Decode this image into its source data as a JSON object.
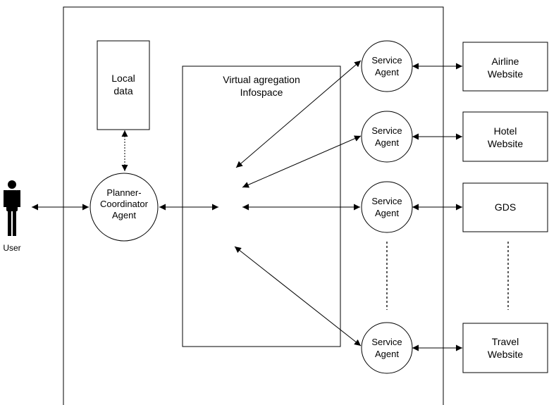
{
  "diagram": {
    "user": {
      "label": "User"
    },
    "local_data": {
      "line1": "Local",
      "line2": "data"
    },
    "planner": {
      "line1": "Planner-",
      "line2": "Coordinator",
      "line3": "Agent"
    },
    "infospace": {
      "line1": "Virtual agregation",
      "line2": "Infospace"
    },
    "agents": [
      {
        "line1": "Service",
        "line2": "Agent"
      },
      {
        "line1": "Service",
        "line2": "Agent"
      },
      {
        "line1": "Service",
        "line2": "Agent"
      },
      {
        "line1": "Service",
        "line2": "Agent"
      }
    ],
    "sites": [
      {
        "line1": "Airline",
        "line2": "Website"
      },
      {
        "line1": "Hotel",
        "line2": "Website"
      },
      {
        "line1": "GDS",
        "line2": ""
      },
      {
        "line1": "Travel",
        "line2": "Website"
      }
    ]
  }
}
